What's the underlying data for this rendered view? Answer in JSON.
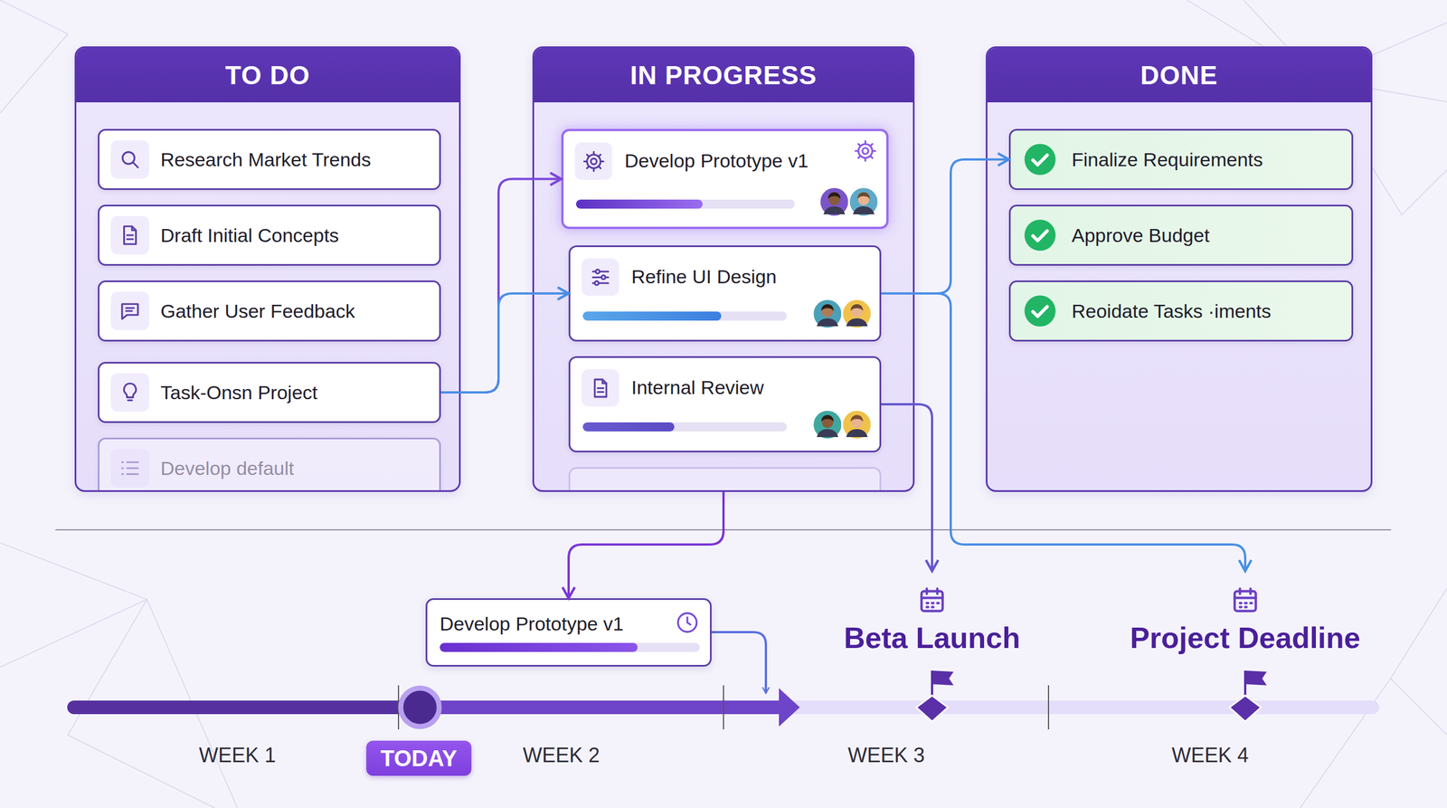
{
  "diagram": {
    "nodes": [
      {
        "text": [
          "TO DO"
        ]
      },
      {
        "text": [
          "Research Market Trends"
        ],
        "in": 0
      },
      {
        "text": [
          "Draft Initial Concepts"
        ],
        "in": 0
      },
      {
        "text": [
          "Gather User Feedback"
        ],
        "in": 0
      },
      {
        "text": [
          "Task-Onsn Project"
        ],
        "in": 0
      },
      {
        "text": [
          "Develop default"
        ],
        "in": 0
      },
      {
        "text": [
          "IN PROGRESS"
        ]
      },
      {
        "text": [
          "Develop Prototype v1"
        ],
        "in": 6
      },
      {
        "text": [
          "Refine UI Design"
        ],
        "in": 6
      },
      {
        "text": [
          "Internal Review"
        ],
        "in": 6
      },
      {
        "text": [
          "DONE"
        ]
      },
      {
        "text": [
          "Finalize Requirements"
        ],
        "in": 10
      },
      {
        "text": [
          "Approve Budget"
        ],
        "in": 10
      },
      {
        "text": [
          "Reoidate Tasks ·iments"
        ],
        "in": 10
      },
      {
        "text": [
          "Develop Prototype v1"
        ]
      },
      {
        "text": [
          "Beta Launch"
        ]
      },
      {
        "text": [
          "Project Deadline"
        ]
      },
      {
        "text": [
          "TODAY"
        ]
      }
    ],
    "edges": [
      {
        "from": 4,
        "to": 7,
        "arrow": "to"
      },
      {
        "from": 4,
        "to": 8,
        "arrow": "to"
      },
      {
        "from": 8,
        "to": 11,
        "arrow": "to"
      },
      {
        "from": 8,
        "to": 16,
        "arrow": "to"
      },
      {
        "from": 9,
        "to": 15,
        "arrow": "to"
      },
      {
        "from": 6,
        "to": 14,
        "arrow": "to"
      }
    ],
    "labels": [
      "WEEK 1",
      "WEEK 2",
      "WEEK 3",
      "WEEK 4"
    ]
  }
}
